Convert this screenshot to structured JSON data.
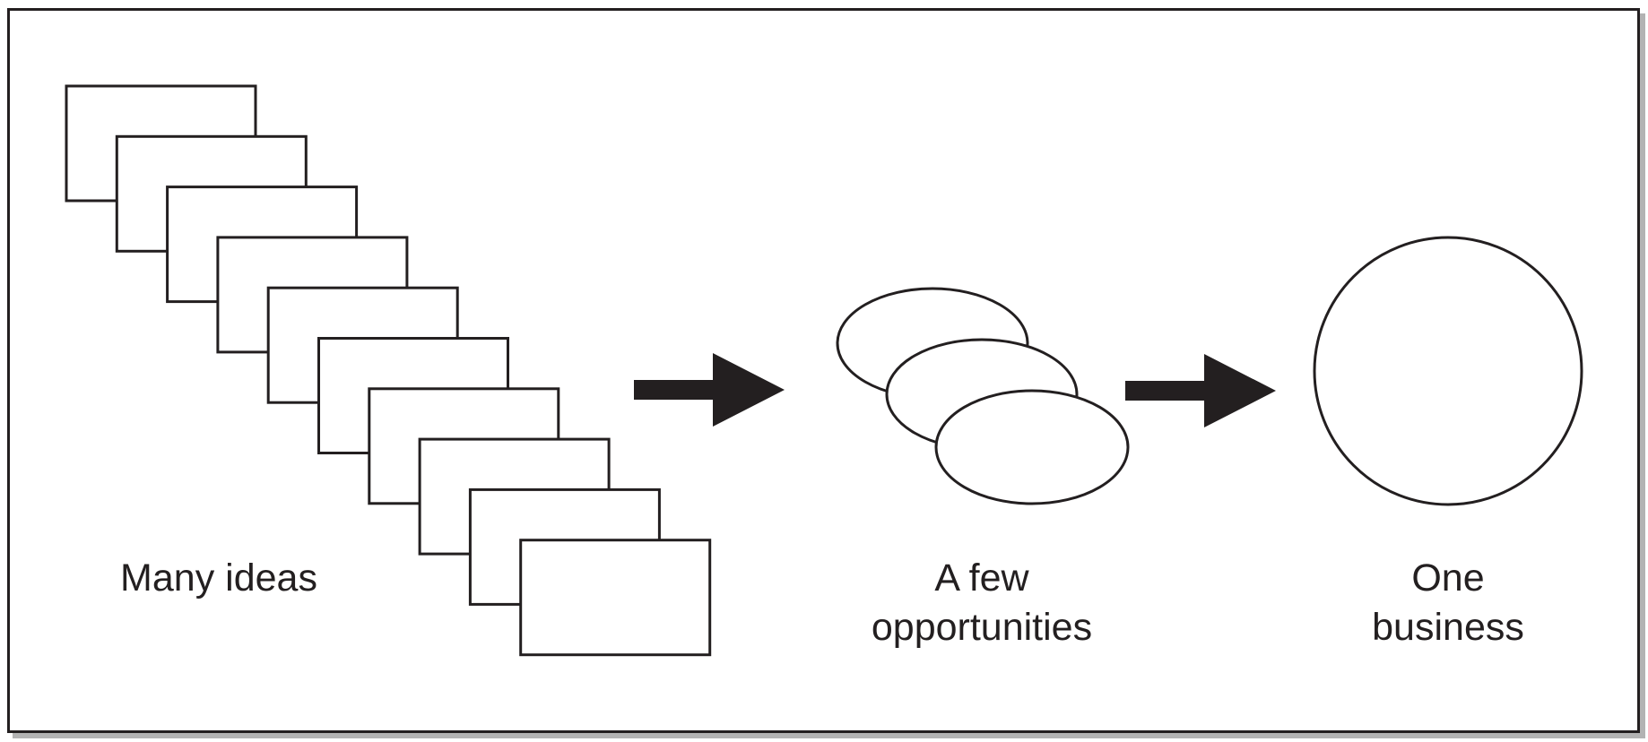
{
  "diagram": {
    "stages": [
      {
        "id": "ideas",
        "label_lines": [
          "Many ideas"
        ],
        "shape": "rectangle",
        "count": 10
      },
      {
        "id": "opportunities",
        "label_lines": [
          "A few",
          "opportunities"
        ],
        "shape": "ellipse",
        "count": 3
      },
      {
        "id": "business",
        "label_lines": [
          "One",
          "business"
        ],
        "shape": "circle",
        "count": 1
      }
    ],
    "arrows": [
      {
        "from": "ideas",
        "to": "opportunities"
      },
      {
        "from": "opportunities",
        "to": "business"
      }
    ],
    "colors": {
      "stroke": "#231f20",
      "fill": "#ffffff",
      "shadow": "#b3b3b3"
    }
  }
}
